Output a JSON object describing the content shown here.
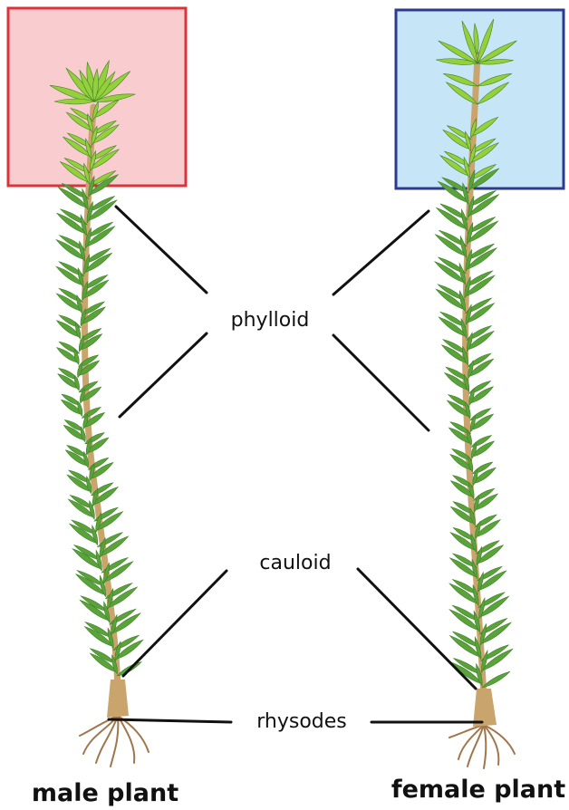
{
  "labels": {
    "phylloid": "phylloid",
    "cauloid": "cauloid",
    "rhysodes": "rhysodes",
    "male": "male plant",
    "female": "female plant"
  },
  "colors": {
    "male_box_fill": "#f9cdd0",
    "male_box_stroke": "#d9343b",
    "female_box_fill": "#c6e6f7",
    "female_box_stroke": "#2d3a8f",
    "leaf_dark": "#5aa33b",
    "leaf_light": "#94cf3c",
    "stem": "#c9a56d",
    "root": "#a0764c",
    "line": "#111111"
  }
}
